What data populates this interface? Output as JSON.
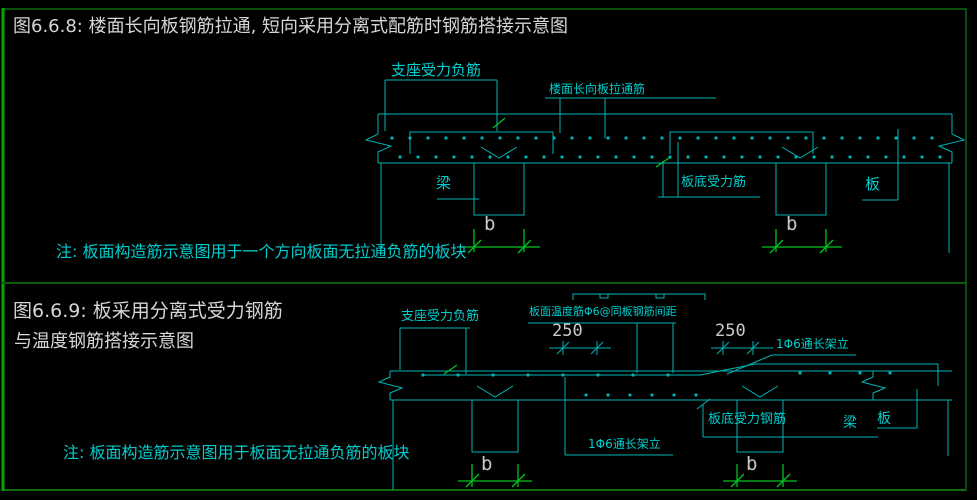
{
  "colors": {
    "background": "#000000",
    "line_cyan": "#00b4b4",
    "text_cyan": "#00cdcd",
    "text_white": "#d6d6d6",
    "dim_gray": "#c9c9c9",
    "tick_green": "#00c322",
    "border_green": "#00a800",
    "frame_green": "#0c5a0c"
  },
  "fig1": {
    "title": "图6.6.8: 楼面长向板钢筋拉通, 短向采用分离式配筋时钢筋搭接示意图",
    "note": "注: 板面构造筋示意图用于一个方向板面无拉通负筋的板块",
    "labels": {
      "support_negative_bar": "支座受力负筋",
      "floor_long_through_bar": "楼面长向板拉通筋",
      "slab_bottom_bar": "板底受力筋",
      "beam": "梁",
      "slab": "板",
      "beam_width_left": "b",
      "beam_width_right": "b"
    }
  },
  "fig2": {
    "title_line1": "图6.6.9: 板采用分离式受力钢筋",
    "title_line2": "与温度钢筋搭接示意图",
    "note": "注: 板面构造筋示意图用于板面无拉通负筋的板块",
    "labels": {
      "support_negative_bar": "支座受力负筋",
      "temperature_bar": "板面温度筋Φ6@同板钢筋间距",
      "dim_left": "250",
      "dim_right": "250",
      "erection_bar_top": "1Φ6通长架立",
      "erection_bar_bottom": "1Φ6通长架立",
      "slab_bottom_bar": "板底受力钢筋",
      "beam": "梁",
      "slab": "板",
      "beam_width_left": "b",
      "beam_width_right": "b"
    }
  }
}
